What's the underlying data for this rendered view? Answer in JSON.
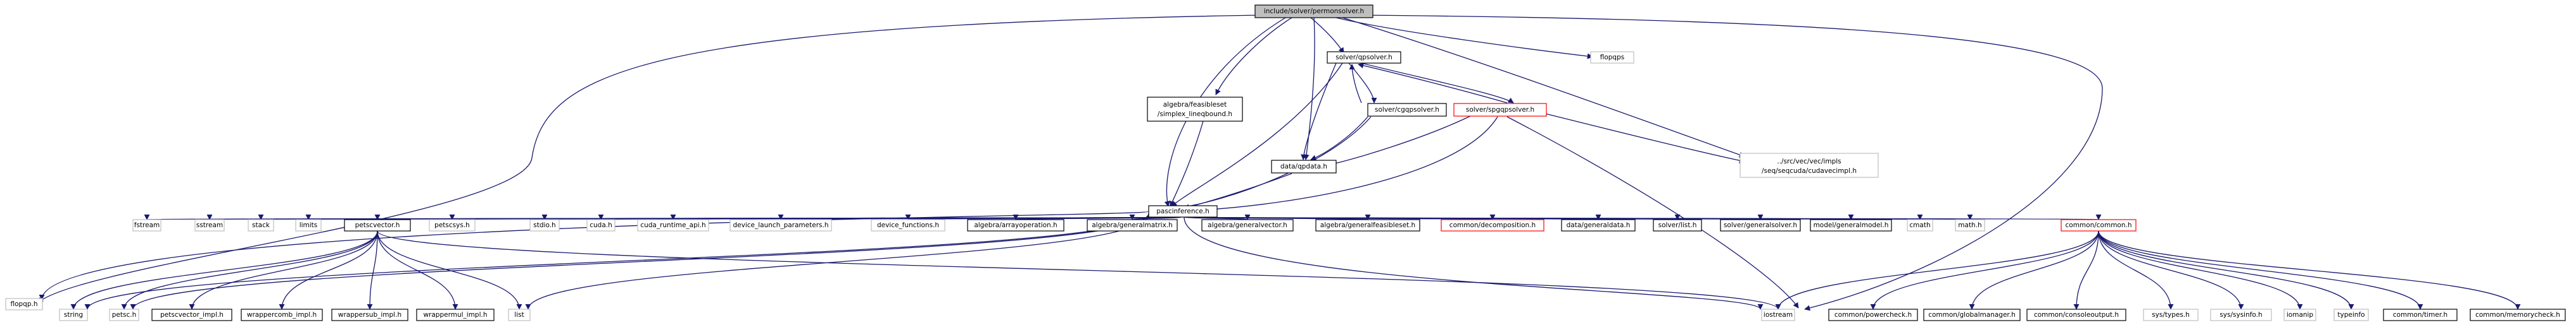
{
  "colors": {
    "edge": "#191970",
    "root_fill": "#bfbfbf",
    "border_black": "#000000",
    "border_gray": "#bfbfbf",
    "border_red": "#ff0000"
  },
  "nodes": {
    "root": "include/solver/permonsolver.h",
    "qpsolver": "solver/qpsolver.h",
    "ifopqps": "flopqps",
    "simplex_l1": "algebra/feasibleset",
    "simplex_l2": "/simplex_lineqbound.h",
    "cgqpsolver": "solver/cgqpsolver.h",
    "spgqpsolver": "solver/spgqpsolver.h",
    "qpdata": "data/qpdata.h",
    "cudavec_l1": "../src/vec/vec/impls",
    "cudavec_l2": "/seq/seqcuda/cudavecimpl.h",
    "pascinference": "pascinference.h",
    "flopqp": "flopqp.h",
    "fstream": "fstream",
    "sstream": "sstream",
    "stack": "stack",
    "limits": "limits",
    "petscvector": "petscvector.h",
    "petscsys": "petscsys.h",
    "stdio": "stdio.h",
    "cuda": "cuda.h",
    "cuda_runtime": "cuda_runtime_api.h",
    "device_launch": "device_launch_parameters.h",
    "device_functions": "device_functions.h",
    "arrayoperation": "algebra/arrayoperation.h",
    "generalmatrix": "algebra/generalmatrix.h",
    "generalvector": "algebra/generalvector.h",
    "generalfeasibleset": "algebra/generalfeasibleset.h",
    "decomposition": "common/decomposition.h",
    "generaldata": "data/generaldata.h",
    "solverlist": "solver/list.h",
    "generalsolver": "solver/generalsolver.h",
    "generalmodel": "model/generalmodel.h",
    "cmath": "cmath",
    "math": "math.h",
    "common": "common/common.h",
    "string": "string",
    "petsc": "petsc.h",
    "petscvector_impl": "petscvector_impl.h",
    "wrappercomb": "wrappercomb_impl.h",
    "wrappersub": "wrappersub_impl.h",
    "wrappermul": "wrappermul_impl.h",
    "list": "list",
    "iostream": "iostream",
    "powercheck": "common/powercheck.h",
    "globalmanager": "common/globalmanager.h",
    "consoleoutput": "common/consoleoutput.h",
    "systypes": "sys/types.h",
    "syssysinfo": "sys/sysinfo.h",
    "iomanip": "iomanip",
    "typeinfo": "typeinfo",
    "timer": "common/timer.h",
    "memorycheck": "common/memorycheck.h"
  }
}
